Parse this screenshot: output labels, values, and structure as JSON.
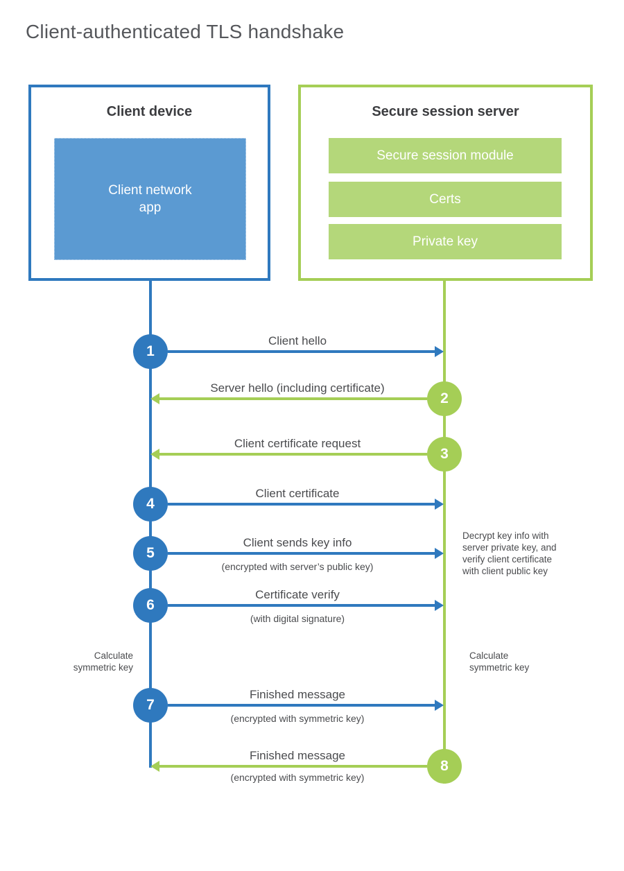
{
  "title": "Client-authenticated TLS handshake",
  "client": {
    "title": "Client device",
    "app_label": "Client network\napp"
  },
  "server": {
    "title": "Secure session server",
    "modules": [
      "Secure session module",
      "Certs",
      "Private key"
    ]
  },
  "steps": [
    {
      "num": "1",
      "direction": "client-to-server",
      "label": "Client hello"
    },
    {
      "num": "2",
      "direction": "server-to-client",
      "label": "Server hello (including certificate)"
    },
    {
      "num": "3",
      "direction": "server-to-client",
      "label": "Client certificate request"
    },
    {
      "num": "4",
      "direction": "client-to-server",
      "label": "Client certificate"
    },
    {
      "num": "5",
      "direction": "client-to-server",
      "label": "Client sends key info",
      "sublabel": "(encrypted with server’s public key)"
    },
    {
      "num": "6",
      "direction": "client-to-server",
      "label": "Certificate verify",
      "sublabel": "(with digital signature)"
    },
    {
      "num": "7",
      "direction": "client-to-server",
      "label": "Finished message",
      "sublabel": "(encrypted with symmetric key)"
    },
    {
      "num": "8",
      "direction": "server-to-client",
      "label": "Finished message",
      "sublabel": "(encrypted with symmetric key)"
    }
  ],
  "notes": {
    "server_process": "Decrypt key info with\nserver private key, and\nverify client certificate\nwith client public key",
    "client_calc": "Calculate\nsymmetric key",
    "server_calc": "Calculate\nsymmetric key"
  },
  "colors": {
    "blue": "#2f79be",
    "blue_fill": "#5b9ad2",
    "green": "#a5ce56",
    "green_fill": "#b4d77a"
  }
}
